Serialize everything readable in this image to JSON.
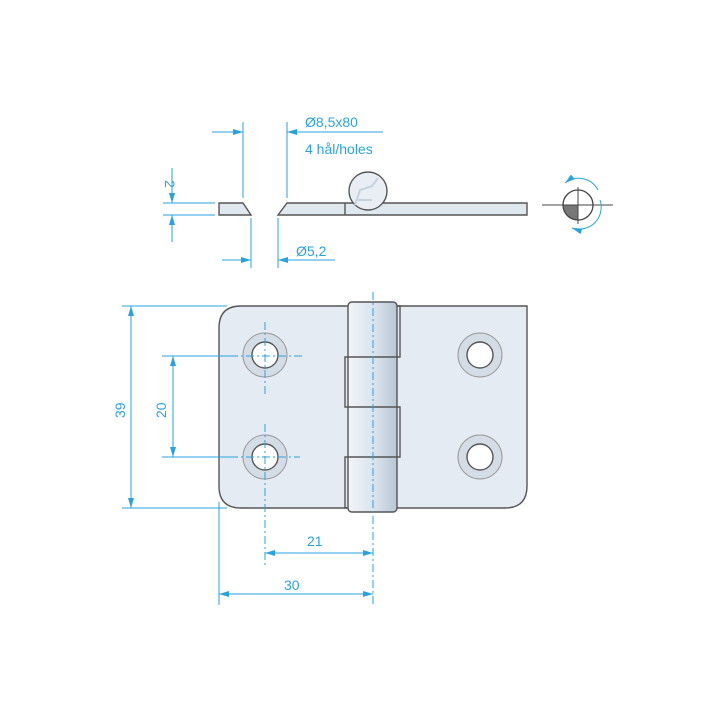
{
  "drawing": {
    "side_view": {
      "countersink_label": "Ø8,5x80",
      "holes_label": "4 hål/holes",
      "thickness_label": "2",
      "hole_diameter_label": "Ø5,2"
    },
    "top_view": {
      "height_label": "39",
      "hole_spacing_label": "20",
      "hole_to_axis_label": "21",
      "edge_to_axis_label": "30"
    },
    "colors": {
      "dimension": "#29a3e0",
      "plate": "#e4ebf2",
      "outline": "#555555"
    }
  }
}
